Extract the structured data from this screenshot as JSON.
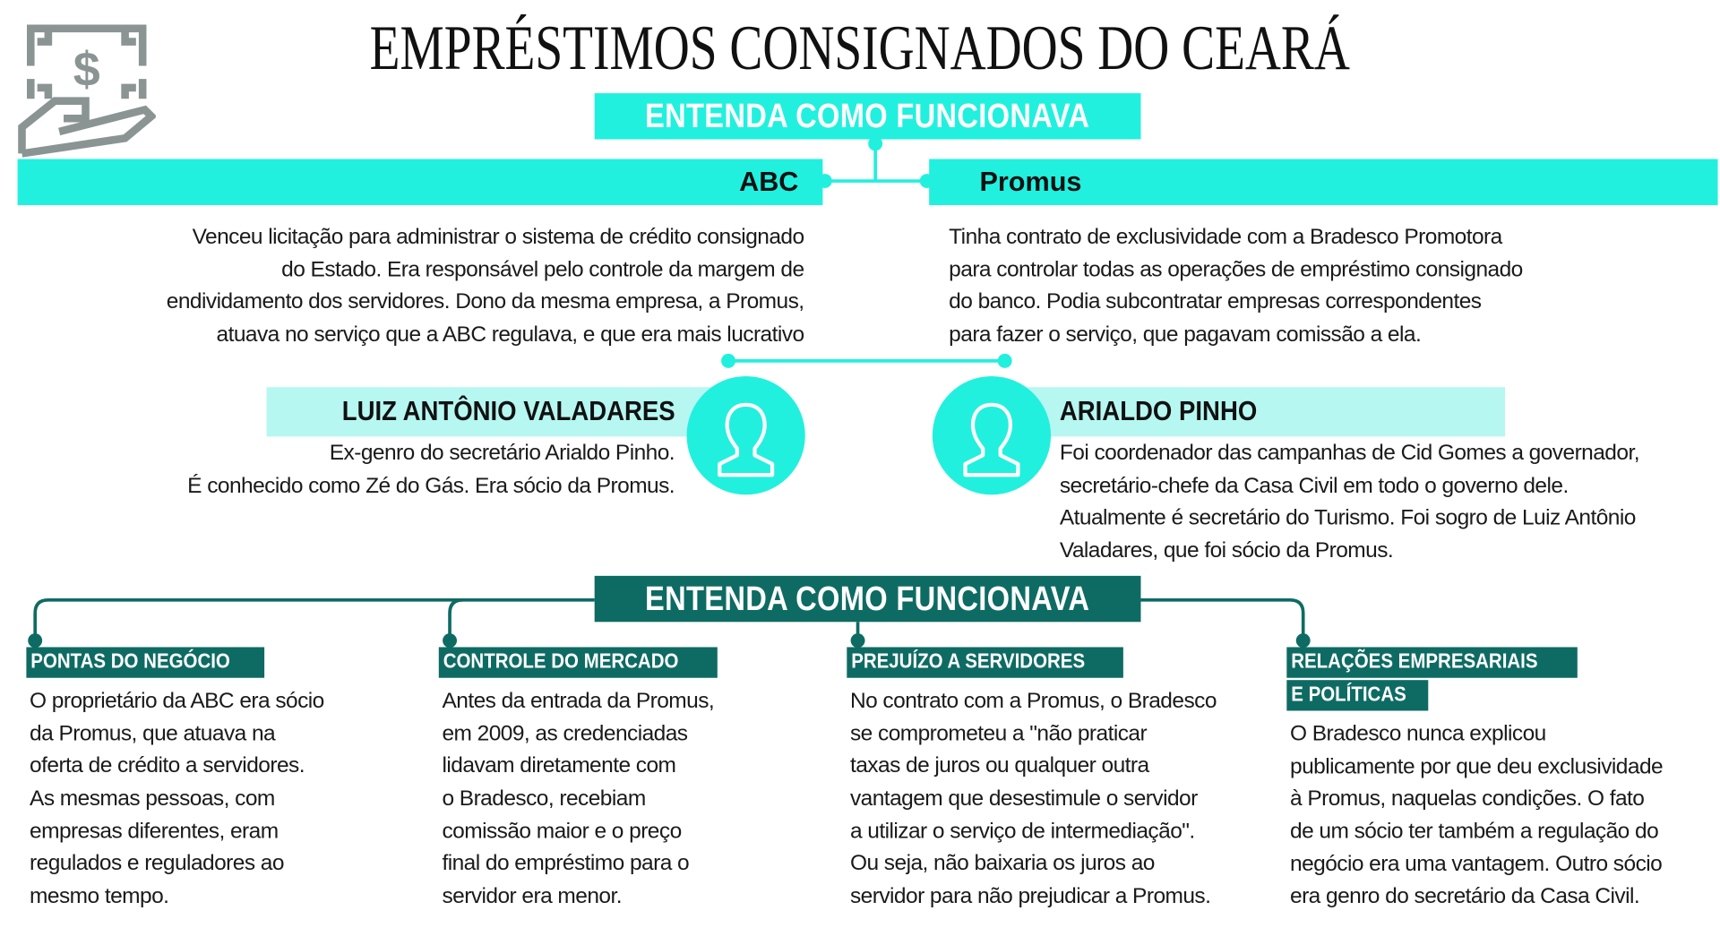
{
  "header": {
    "title": "EMPRÉSTIMOS CONSIGNADOS DO CEARÁ",
    "icon": "money-hand-icon",
    "banner_top": "ENTENDA COMO FUNCIONAVA",
    "banner_bottom": "ENTENDA COMO FUNCIONAVA"
  },
  "companies": {
    "abc": {
      "name": "ABC",
      "lines": [
        "Venceu licitação para administrar o sistema de crédito consignado",
        "do Estado. Era responsável pelo controle da margem de",
        "endividamento dos servidores. Dono da mesma empresa, a Promus,",
        "atuava no serviço que a ABC regulava, e que era mais lucrativo"
      ]
    },
    "promus": {
      "name": "Promus",
      "lines": [
        "Tinha contrato de exclusividade com a Bradesco Promotora",
        "para controlar todas as operações de empréstimo consignado",
        "do banco. Podia subcontratar empresas correspondentes",
        "para fazer o serviço, que pagavam comissão a ela."
      ]
    }
  },
  "people": {
    "luiz": {
      "name": "LUIZ ANTÔNIO VALADARES",
      "lines": [
        "Ex-genro do secretário Arialdo Pinho.",
        "É conhecido como Zé do Gás. Era sócio da Promus."
      ]
    },
    "arialdo": {
      "name": "ARIALDO PINHO",
      "lines": [
        "Foi coordenador das campanhas de Cid Gomes a governador,",
        "secretário-chefe da Casa Civil em todo o governo dele.",
        "Atualmente é secretário do Turismo. Foi sogro de Luiz Antônio",
        "Valadares, que foi sócio da Promus."
      ]
    }
  },
  "columns": [
    {
      "heading": [
        "PONTAS DO NEGÓCIO"
      ],
      "lines": [
        "O proprietário da ABC era sócio",
        "da Promus, que atuava na",
        "oferta de crédito a servidores.",
        "As mesmas pessoas, com",
        "empresas diferentes, eram",
        "regulados e reguladores ao",
        "mesmo tempo."
      ]
    },
    {
      "heading": [
        "CONTROLE DO MERCADO"
      ],
      "lines": [
        "Antes da entrada da Promus,",
        "em 2009, as credenciadas",
        "lidavam diretamente com",
        "o Bradesco, recebiam",
        "comissão maior e o preço",
        "final do empréstimo para o",
        "servidor era menor."
      ]
    },
    {
      "heading": [
        "PREJUÍZO A SERVIDORES"
      ],
      "lines": [
        "No contrato com a Promus, o Bradesco",
        "se comprometeu a \"não praticar",
        "taxas de juros ou qualquer outra",
        "vantagem que desestimule o servidor",
        "a utilizar o serviço de intermediação\".",
        "Ou seja, não baixaria os juros ao",
        "servidor para não prejudicar a Promus."
      ]
    },
    {
      "heading": [
        "RELAÇÕES EMPRESARIAIS",
        "E POLÍTICAS"
      ],
      "lines": [
        "O Bradesco nunca explicou",
        "publicamente por que deu exclusividade",
        "à Promus, naquelas condições. O fato",
        "de um sócio ter também a regulação do",
        "negócio era uma vantagem. Outro sócio",
        "era genro do secretário da Casa Civil."
      ]
    }
  ],
  "colors": {
    "cyan": "#22f0de",
    "light_cyan": "#b6f7f1",
    "dark_teal": "#0e6b63",
    "icon_gray": "#8a9493"
  }
}
